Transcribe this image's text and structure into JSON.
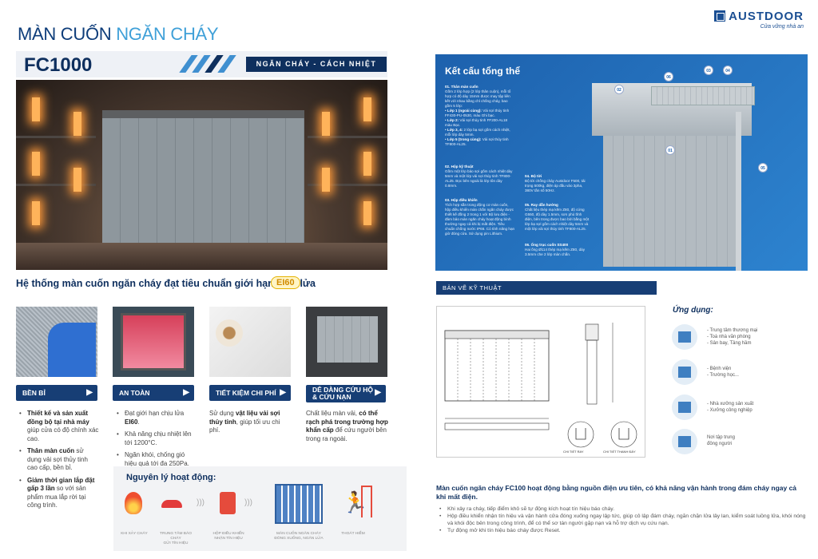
{
  "header": {
    "title_part1": "MÀN CUỐN ",
    "title_part2": "NGĂN CHÁY",
    "brand": "AUSTDOOR",
    "slogan": "Cửa vững nhà an"
  },
  "product": {
    "model": "FC1000",
    "tagline": "NGĂN CHÁY - CÁCH NHIỆT",
    "subtitle": "Hệ thống màn cuốn ngăn cháy đạt tiêu chuẩn giới hạn chịu lửa",
    "badge": "EI60"
  },
  "features": [
    {
      "label": "BỀN BỈ"
    },
    {
      "label": "AN TOÀN"
    },
    {
      "label": "TIẾT KIỆM CHI PHÍ"
    },
    {
      "label": "DỄ DÀNG CỨU HỘ & CỨU NẠN"
    }
  ],
  "feature_texts": {
    "f1_b1_bold": "Thiết kế và sản xuất đồng bộ tại nhà máy",
    "f1_b1_rest": " giúp cửa có độ chính xác cao.",
    "f1_b2_bold": "Thân màn cuốn",
    "f1_b2_rest": " sử dụng vải sợi thủy tinh cao cấp, bền bỉ.",
    "f1_b3_bold": "Giảm thời gian lắp đặt gấp 3 lần",
    "f1_b3_rest": " so với sản phẩm mua lắp rời tại công trình.",
    "f2_b1_pre": "Đạt giới hạn chịu lửa ",
    "f2_b1_bold": "EI60",
    "f2_b1_post": ".",
    "f2_b2": "Khả năng chịu nhiệt lên tới 1200°C.",
    "f2_b3": "Ngăn khói, chống gió hiệu quả tới đa 250Pa.",
    "f3_pre": "Sử dụng ",
    "f3_bold": "vật liệu vải sợi thủy tinh",
    "f3_post": ", giúp tối ưu chi phí.",
    "f4_pre": "Chất liệu màn vải, ",
    "f4_bold": "có thể rạch phá trong trường hợp khẩn cấp",
    "f4_post": " để cứu người bên trong ra ngoài."
  },
  "structure": {
    "title": "Kết cấu tổng thể",
    "s01_h": "01. Thân màn cuốn",
    "s01_t": "Gồm 2 lớp hợp (2 lớp thân cuộn), mỗi tổ hợp có độ dày 15mm được may tập liên kết với nhau bằng chỉ chống cháy, bao gồm 5 lớp:",
    "s01_l1": "Lớp 1 (ngoài cùng): Vải sợi thủy tinh FF430-PU-0530, màu Ghi bạc.",
    "s01_l2": "Lớp 2: Vải sợi thủy tinh FF200-AL18 màu Bạc.",
    "s01_l3": "Lớp 3, 4: 2 lớp bạ sợi gốm cách nhiệt, mỗi lớp dày 5mm.",
    "s01_l5": "Lớp 5 (trong cùng): Vải sợi thủy tinh TF800-AL25.",
    "s02_h": "02. Hộp kỹ thuật",
    "s02_t": "Gồm một lớp bảo sợi gốm cách nhiệt dày 5mm và một lớp vải sợi thủy tinh TF800-AL25. Bọc bên ngoài là lớp tôn dày 0.8mm.",
    "s03_h": "03. Hộp điều khiển",
    "s03_t": "Tích hợp sẵn trong động cơ màn cuốn, hộp điều khiển màn chắn ngăn cháy được thiết kế đồng 2 trong 1 với Bộ lưu điện - đảm bảo màn ngăn cháy hoạt động bình thường ngay cả khi bị mất điện. Tiêu chuẩn chống nước IP66. Có tính năng hạn giờ đóng cửa. Sử dụng pin Lithium.",
    "s04_h": "04. Bộ tời",
    "s04_t": "Bộ tời chống cháy Austdoor F500, tải trọng 500kg, điện áp đầu vào 3pha, 380V tần số 50Hz.",
    "s05_h": "05. Ray dẫn hướng",
    "s05_t": "Chất liệu thép mạ kẽm Z80, độ cứng G550, độ dày 1.5mm, sơn phủ tĩnh điện, bên trong được bao bởi bằng một lớp bạ sợi gốm cách nhiệt dày 5mm và một lớp vải sợi thủy tinh TF800-AL25.",
    "s06_h": "06. Ống trục cuốn SS400",
    "s06_t": "Hai ống Ø114 thép mạ kẽm Z80, dày 3.5mm che 2 lớp màn chắn.",
    "markers": [
      "01",
      "02",
      "03",
      "04",
      "05",
      "06"
    ]
  },
  "drawing": {
    "label": "BẢN VẼ KỸ THUẬT",
    "caption_left": "CHI TIẾT RAY",
    "caption_right": "CHI TIẾT THANH ĐÁY"
  },
  "applications": {
    "title": "Ứng dụng:",
    "items": [
      {
        "l1": "- Trung tâm thương mại",
        "l2": "- Toà nhà văn phòng",
        "l3": "- Sân bay, Tầng hầm"
      },
      {
        "l1": "- Bệnh viện",
        "l2": "- Trường học...",
        "l3": ""
      },
      {
        "l1": "- Nhà xưởng sản xuất",
        "l2": "- Xưởng công nghiệp",
        "l3": ""
      },
      {
        "l1": "Nơi tập trung",
        "l2": "đông người",
        "l3": ""
      }
    ]
  },
  "principle": {
    "title": "Nguyên lý hoạt động:",
    "steps": [
      {
        "l1": "KHI XẢY CHÁY",
        "l2": ""
      },
      {
        "l1": "TRUNG TÂM BÁO CHÁY",
        "l2": "GỬI TÍN HIỆU"
      },
      {
        "l1": "HỘP ĐIỀU KHIỂN",
        "l2": "NHẬN TÍN HIỆU"
      },
      {
        "l1": "MÀN CUỐN NGĂN CHÁY",
        "l2": "ĐÓNG XUỐNG, NGĂN LỬA"
      },
      {
        "l1": "THOÁT HIỂM",
        "l2": ""
      }
    ]
  },
  "operation": {
    "headline": "Màn cuốn ngăn cháy FC100 hoạt động bằng nguồn điện ưu tiên, có khả năng vận hành trong đám cháy ngay cả khi mất điện.",
    "bullets": [
      "Khi xảy ra cháy, tiếp điểm khô sẽ tự động kích hoạt tín hiệu báo cháy.",
      "Hộp điều khiển nhận tín hiệu và vận hành cửa đóng xuống ngay lập tức, giúp cô lập đám cháy, ngăn chặn lửa lây lan, kiểm soát luồng lửa, khói nóng và khói độc bên trong công trình, để có thể sơ tán người gặp nạn và hỗ trợ dịch vụ cứu nạn.",
      "Tự động mở khi tín hiệu báo cháy được Reset."
    ]
  },
  "colors": {
    "navy": "#0e2f5e",
    "accent": "#3fa0d8",
    "badge": "#e5b200"
  }
}
